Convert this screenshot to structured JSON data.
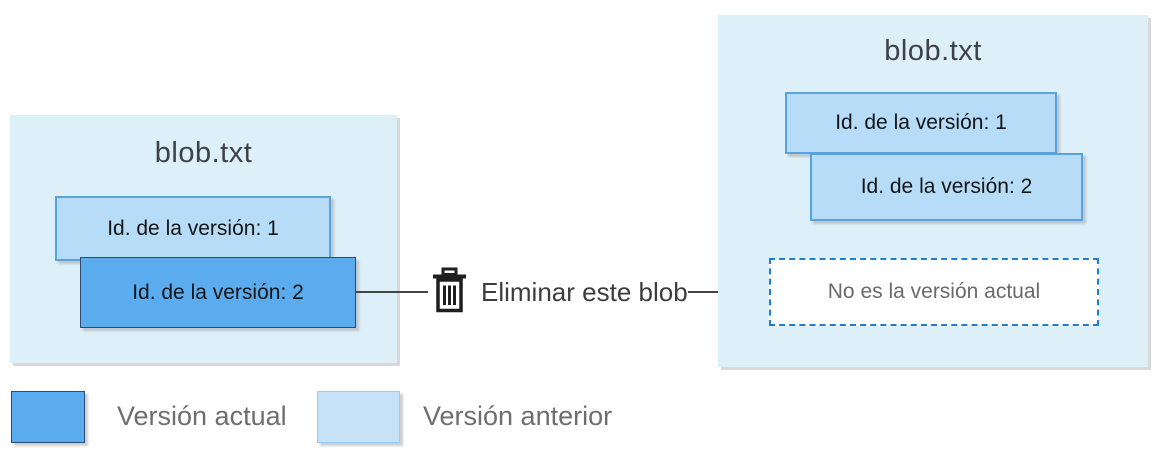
{
  "left_panel": {
    "title": "blob.txt",
    "versions": [
      {
        "label": "Id. de la versión: 1",
        "state": "previous"
      },
      {
        "label": "Id. de la versión: 2",
        "state": "current"
      }
    ]
  },
  "action": {
    "icon": "trash-icon",
    "label": "Eliminar este blob"
  },
  "right_panel": {
    "title": "blob.txt",
    "versions": [
      {
        "label": "Id. de la versión: 1",
        "state": "previous"
      },
      {
        "label": "Id. de la versión: 2",
        "state": "previous"
      }
    ],
    "note": "No es la versión actual"
  },
  "legend": {
    "items": [
      {
        "label": "Versión actual",
        "color": "#5bacee"
      },
      {
        "label": "Versión anterior",
        "color": "#c6e2f8"
      }
    ]
  },
  "colors": {
    "container_fill": "#ddeff9",
    "previous_fill": "#b7dcf7",
    "previous_border": "#54a4e0",
    "current_fill": "#5bacee",
    "current_border": "#2f4b73",
    "dashed_border": "#1d7fd0",
    "connector": "#454545"
  }
}
